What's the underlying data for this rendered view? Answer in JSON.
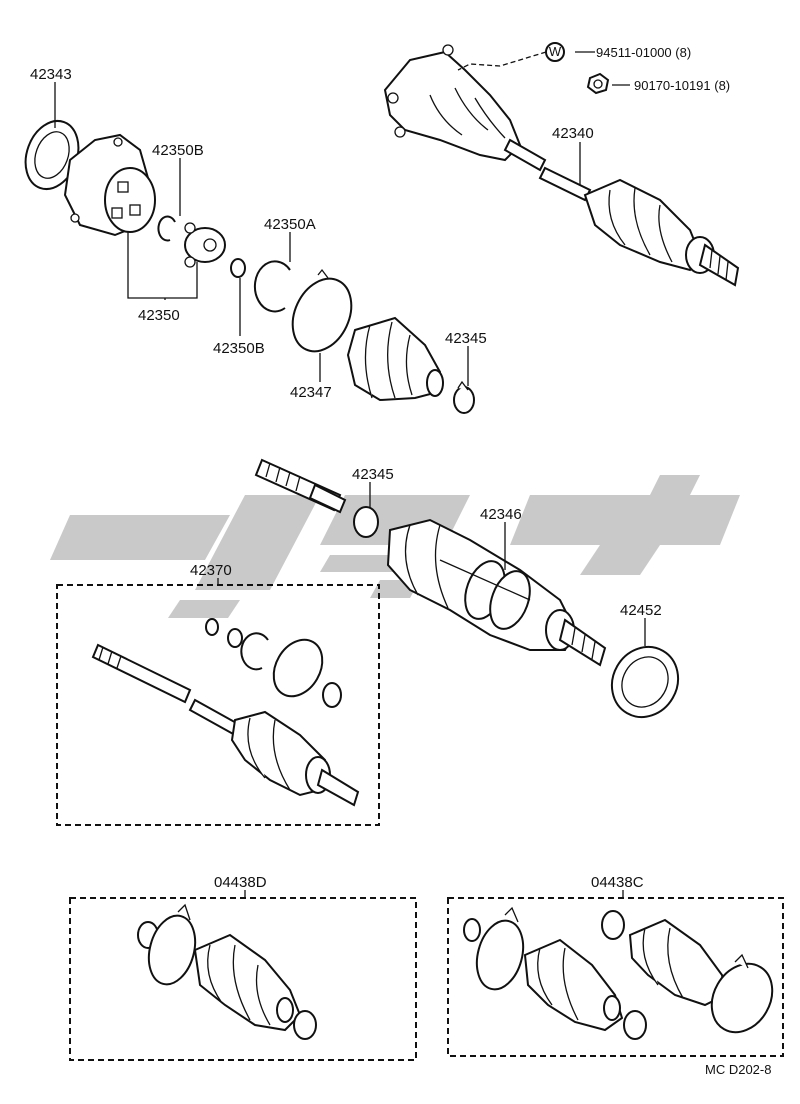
{
  "diagram": {
    "code": "MC D202-8",
    "parts": [
      {
        "id": "p42343",
        "label": "42343"
      },
      {
        "id": "p42350b_top",
        "label": "42350B"
      },
      {
        "id": "p42350",
        "label": "42350"
      },
      {
        "id": "p42350a",
        "label": "42350A"
      },
      {
        "id": "p42350b_bot",
        "label": "42350B"
      },
      {
        "id": "p42347",
        "label": "42347"
      },
      {
        "id": "p42345_top",
        "label": "42345"
      },
      {
        "id": "p42340",
        "label": "42340"
      },
      {
        "id": "p94511",
        "label": "94511-01000 (8)"
      },
      {
        "id": "p90170",
        "label": "90170-10191 (8)"
      },
      {
        "id": "p42345_mid",
        "label": "42345"
      },
      {
        "id": "p42346",
        "label": "42346"
      },
      {
        "id": "p42370",
        "label": "42370"
      },
      {
        "id": "p42452",
        "label": "42452"
      },
      {
        "id": "p04438d",
        "label": "04438D"
      },
      {
        "id": "p04438c",
        "label": "04438C"
      }
    ],
    "washer_symbol": "W"
  },
  "colors": {
    "line": "#111111",
    "watermark": "#c9c9c9",
    "background": "#ffffff"
  }
}
